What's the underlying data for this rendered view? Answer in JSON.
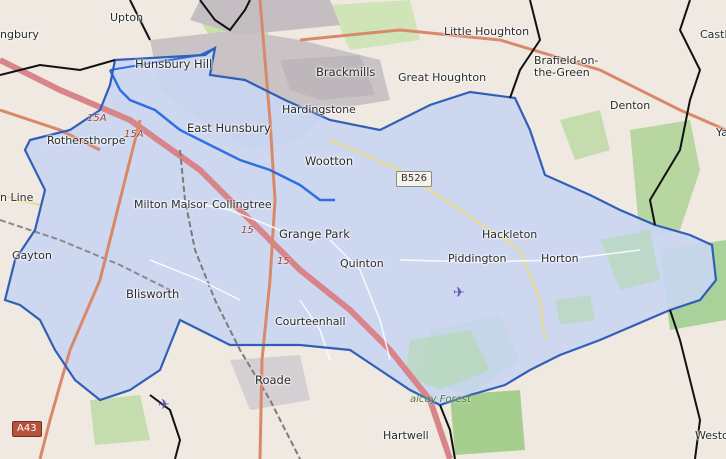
{
  "places": {
    "upton": "Upton",
    "hunsbury_hill": "Hunsbury Hill",
    "brackmills": "Brackmills",
    "little_houghton": "Little Houghton",
    "brafield": "Brafield-on-\nthe-Green",
    "great_houghton": "Great Houghton",
    "hardingstone": "Hardingstone",
    "denton": "Denton",
    "rothersthorpe": "Rothersthorpe",
    "east_hunsbury": "East Hunsbury",
    "wootton": "Wootton",
    "milton_malsor": "Milton Malsor",
    "collingtree": "Collingtree",
    "grange_park": "Grange Park",
    "hackleton": "Hackleton",
    "piddington": "Piddington",
    "horton": "Horton",
    "gayton": "Gayton",
    "quinton": "Quinton",
    "blisworth": "Blisworth",
    "courteenhall": "Courteenhall",
    "roade": "Roade",
    "hartwell": "Hartwell",
    "partial_ngbury": "ngbury",
    "partial_castle": "Castl",
    "partial_ya": "Ya",
    "partial_westo": "Westo",
    "partial_line": "n Line"
  },
  "roads": {
    "b526": "B526",
    "a43": "A43",
    "j15a": "15A",
    "j15a_b": "15A",
    "j15": "15",
    "j15_b": "15"
  },
  "forest": "alcey Forest",
  "colors": {
    "boundary": "#2f5fb8",
    "boundary_fill": "#c9d6f2",
    "motorway": "#d8848a",
    "primary": "#d9896b",
    "secondary": "#efe6b0",
    "river": "#2f6fe0",
    "parish": "#111111",
    "urban": "#b8b4b8",
    "green": "#9fc98a"
  },
  "icons": {
    "airfield": "airport-icon",
    "airfield_2": "airport-icon"
  }
}
